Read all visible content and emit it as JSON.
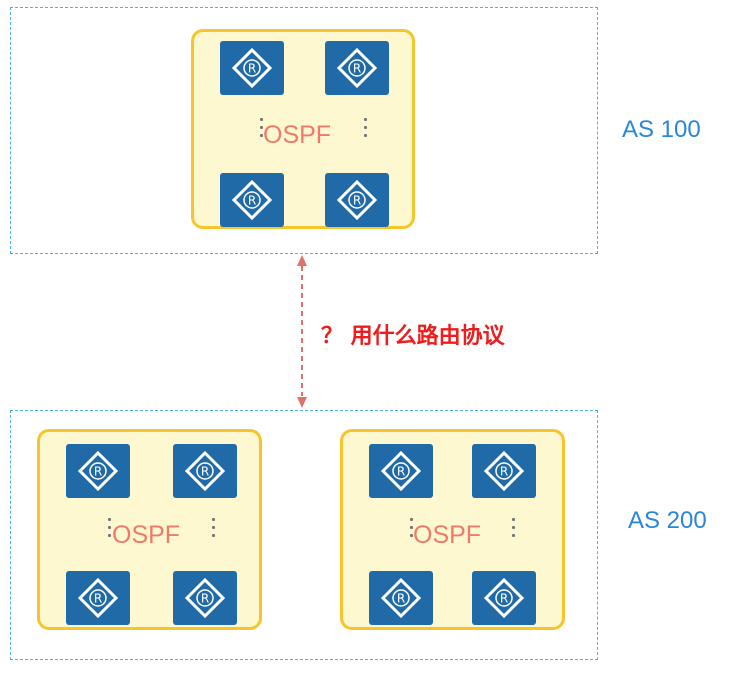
{
  "as_top": {
    "label": "AS 100"
  },
  "as_bottom": {
    "label": "AS 200"
  },
  "ospf_areas": [
    {
      "label": "OSPF"
    },
    {
      "label": "OSPF"
    },
    {
      "label": "OSPF"
    }
  ],
  "router_glyph": "R",
  "link": {
    "question": "？ 用什么路由协议"
  },
  "colors": {
    "as_border": "#4fb3e0",
    "as_label": "#2a86d8",
    "area_fill": "#fdf8d0",
    "area_border": "#f7c52b",
    "router_fill": "#1f6aa7",
    "ospf_text": "#f07a6a",
    "link_arrow": "#e0726a",
    "question_text": "#ee1c1c"
  },
  "icons": [
    "router-icon",
    "double-arrow-icon"
  ]
}
